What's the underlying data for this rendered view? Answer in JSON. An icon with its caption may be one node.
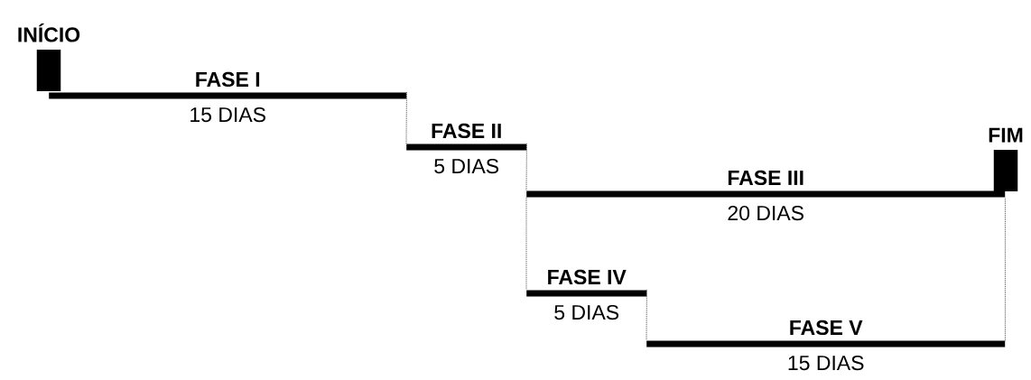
{
  "diagram": {
    "nodes": [
      {
        "text": [
          "INÍCIO"
        ]
      },
      {
        "text": [
          "FASE I",
          "15 DIAS"
        ]
      },
      {
        "text": [
          "FASE II",
          "5 DIAS"
        ]
      },
      {
        "text": [
          "FASE III",
          "20 DIAS"
        ]
      },
      {
        "text": [
          "FIM"
        ]
      },
      {
        "text": [
          "FASE IV",
          "5 DIAS"
        ]
      },
      {
        "text": [
          "FASE V",
          "15 DIAS"
        ]
      }
    ],
    "edges": [
      {
        "from": 1,
        "to": 2,
        "arrow": "none",
        "style": "dashed"
      },
      {
        "from": 2,
        "to": 3,
        "arrow": "none",
        "style": "dashed"
      },
      {
        "from": 3,
        "to": 5,
        "arrow": "none",
        "style": "dashed"
      },
      {
        "from": 5,
        "to": 6,
        "arrow": "none",
        "style": "dashed"
      },
      {
        "from": 6,
        "to": 3,
        "arrow": "none",
        "style": "dashed"
      }
    ]
  }
}
